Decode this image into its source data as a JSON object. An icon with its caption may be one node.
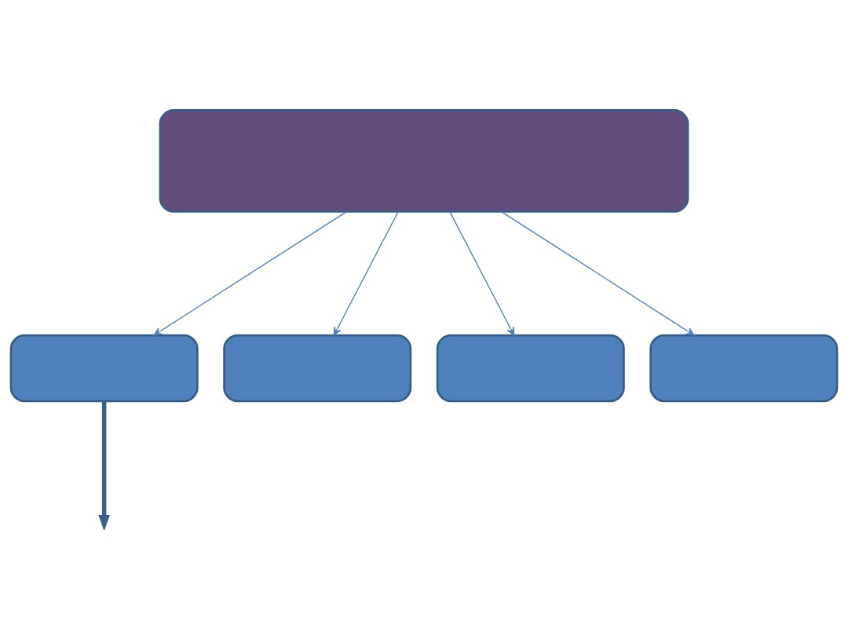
{
  "diagram": {
    "nodes": [
      {
        "text": [],
        "shape": "box"
      },
      {
        "text": [],
        "shape": "box"
      },
      {
        "text": [],
        "shape": "box"
      },
      {
        "text": [],
        "shape": "box"
      },
      {
        "text": [],
        "shape": "box"
      }
    ],
    "edges": [
      {
        "from": 0,
        "to": 1,
        "arrow": "to"
      },
      {
        "from": 0,
        "to": 2,
        "arrow": "to"
      },
      {
        "from": 0,
        "to": 3,
        "arrow": "to"
      },
      {
        "from": 0,
        "to": 4,
        "arrow": "to"
      },
      {
        "from": 1,
        "to": null,
        "arrow": "to",
        "style": "thick",
        "color": "#3a5f8f"
      }
    ]
  }
}
